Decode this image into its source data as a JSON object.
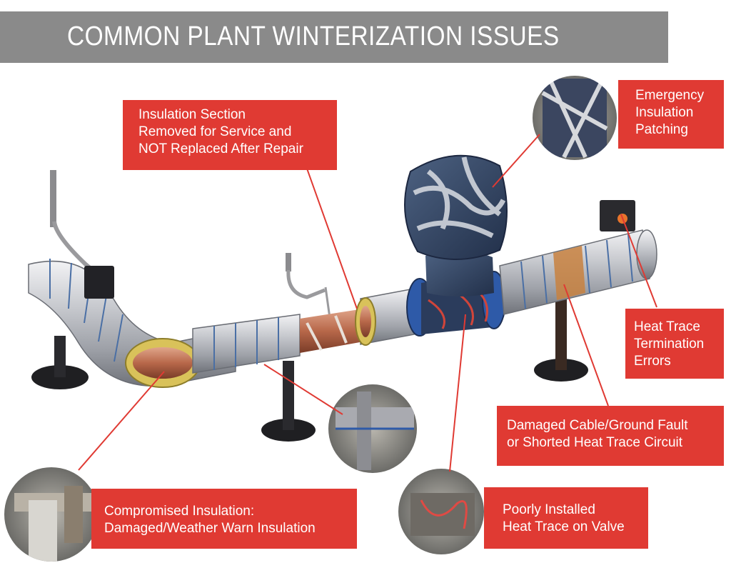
{
  "title": "COMMON PLANT WINTERIZATION ISSUES",
  "colors": {
    "accent": "#e03a33",
    "title_bar": "#8a8a8a",
    "title_text": "#ffffff"
  },
  "callouts": {
    "insulation_removed": [
      "Insulation Section",
      "Removed for Service and",
      "NOT Replaced After Repair"
    ],
    "emergency_patching": [
      "Emergency",
      "Insulation",
      "Patching"
    ],
    "termination_errors": [
      "Heat Trace",
      "Termination",
      "Errors"
    ],
    "damaged_cable": [
      "Damaged Cable/Ground Fault",
      "or Shorted Heat Trace Circuit"
    ],
    "poorly_installed": [
      "Poorly Installed",
      "Heat Trace on Valve"
    ],
    "compromised": [
      "Compromised Insulation:",
      "Damaged/Weather Warn Insulation"
    ]
  }
}
